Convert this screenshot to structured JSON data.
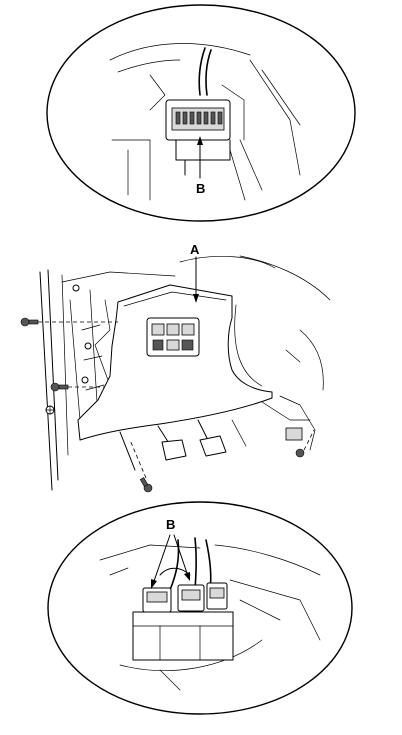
{
  "callouts": {
    "top_detail": "B",
    "center_panel": "A",
    "bottom_detail": "B"
  }
}
